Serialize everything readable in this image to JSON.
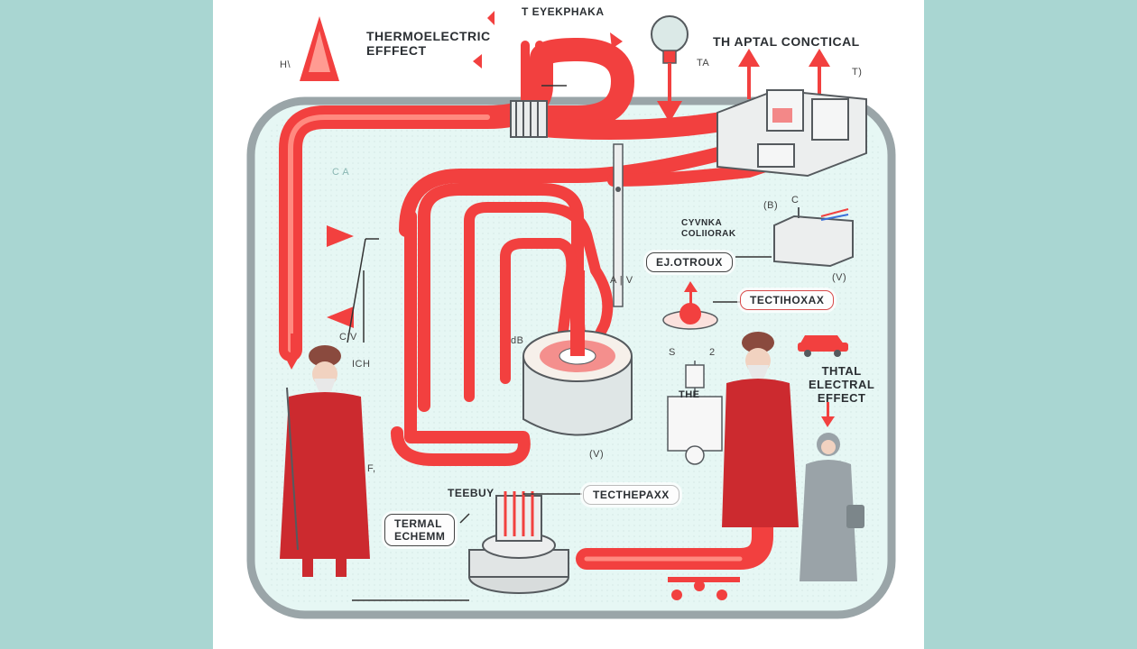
{
  "labels": {
    "thermoelectric_effect": [
      "THERMOELECTRIC",
      "EFFFECT"
    ],
    "top_center": "T EYEKPHAKA",
    "top_right": "TH APTAL CONCTICAL",
    "ta": "TA",
    "tj": "T)",
    "h_left": "H\\",
    "ca": "C A",
    "cv": "C!V",
    "ich": "ICH",
    "f": "F,",
    "aiv": "A | V",
    "db": "dB",
    "s": "S",
    "two": "2",
    "cyvnka": [
      "CYVNKA",
      "COLIIORAK"
    ],
    "b_tag": "(B)",
    "c_tag": "C",
    "v_tag_right": "(V)",
    "v_tag_center": "(V)",
    "elotroux": "EJ.OTROUX",
    "technoxax": "TECTIHOXAX",
    "tthe": "THE",
    "total_electrical_effect": [
      "THTAL",
      "ELECTRAL",
      "EFFECT"
    ],
    "teebuy": "TEEBUY",
    "techepaxx": "TECTHEPAXX",
    "termal_echemm": [
      "TERMAL",
      "ECHEMM"
    ]
  },
  "colors": {
    "background": "#a9d6d2",
    "panel": "#ffffff",
    "board": "#e6f7f4",
    "pipe": "#f2403f",
    "pipe_highlight": "#ff8a80",
    "outline": "#555a5e",
    "figure_red": "#cc2a2f",
    "figure_grey": "#9aa3a8"
  },
  "icons": [
    "lightbulb-icon",
    "car-icon",
    "tree-icon",
    "arrow-icon",
    "device-icon",
    "coil-icon"
  ]
}
